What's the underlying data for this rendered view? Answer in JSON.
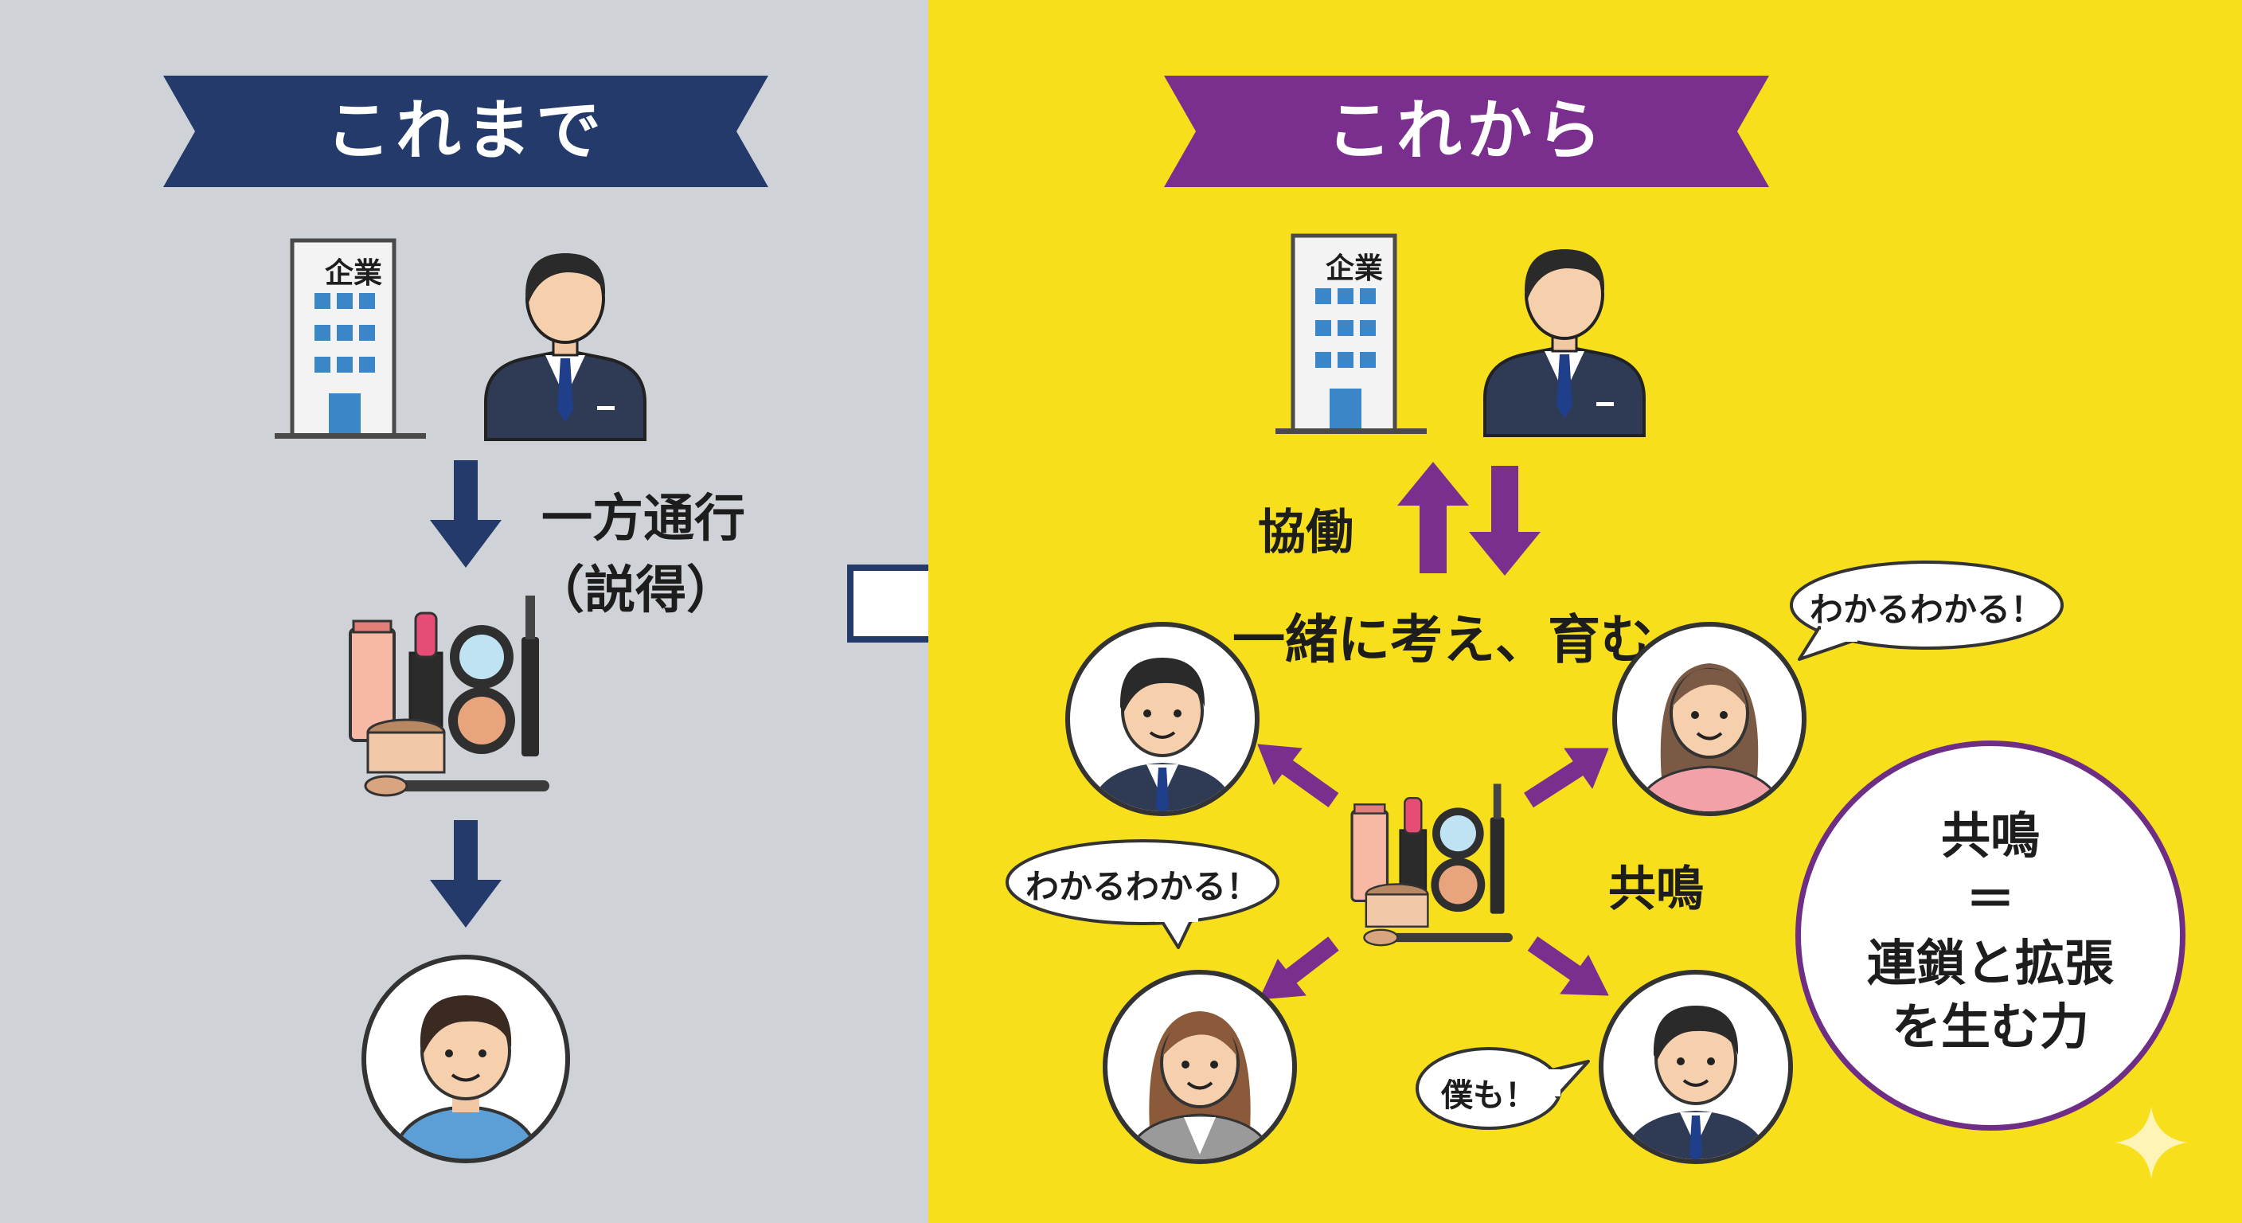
{
  "left": {
    "title": "これまで",
    "company_sign": "企業",
    "flow_label_1": "一方通行",
    "flow_label_2": "（説得）"
  },
  "right": {
    "title": "これから",
    "company_sign": "企業",
    "cowork_label": "協働",
    "together_label": "一緒に考え、育む",
    "resonance_label": "共鳴",
    "bubble_top_right": "わかるわかる！",
    "bubble_mid_left": "わかるわかる！",
    "bubble_bottom": "僕も！",
    "statement": {
      "line1": "共鳴",
      "line2": "＝",
      "line3": "連鎖と拡張",
      "line4": "を生む力"
    }
  },
  "colors": {
    "left_bg": "#cfd3d8",
    "right_bg": "#f7e01b",
    "navy": "#233a6b",
    "purple": "#7a2f8f",
    "suit": "#2f3a55"
  },
  "icons": [
    "building-icon",
    "businessman-icon",
    "cosmetics-icon",
    "consumer-icon",
    "arrow-right-icon",
    "sparkle-icon"
  ]
}
